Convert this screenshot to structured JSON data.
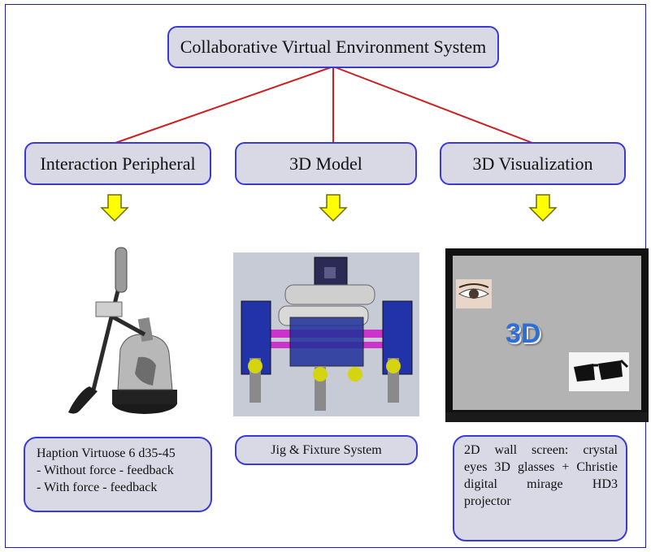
{
  "root": {
    "label": "Collaborative Virtual Environment System"
  },
  "branches": [
    {
      "label": "Interaction Peripheral",
      "detail": [
        "Haption Virtuose 6 d35-45",
        "- Without force - feedback",
        "- With force - feedback"
      ]
    },
    {
      "label": "3D Model",
      "detail": [
        "Jig & Fixture System"
      ]
    },
    {
      "label": "3D Visualization",
      "detail": [
        "2D wall screen: crystal",
        "eyes 3D glasses + Christie",
        "digital mirage HD3",
        "projector"
      ]
    }
  ],
  "screen_badge": "3D",
  "colors": {
    "connector": "#cc1f1f",
    "arrow_fill": "#ffff00",
    "arrow_stroke": "#6b6b00",
    "box_fill": "#d9d9e6",
    "box_border": "#3a3ad9"
  },
  "icons": [
    "haptic-device-image",
    "jig-fixture-render",
    "3d-screen-image",
    "eye-photo",
    "3d-glasses-icon",
    "down-arrow-icon"
  ]
}
